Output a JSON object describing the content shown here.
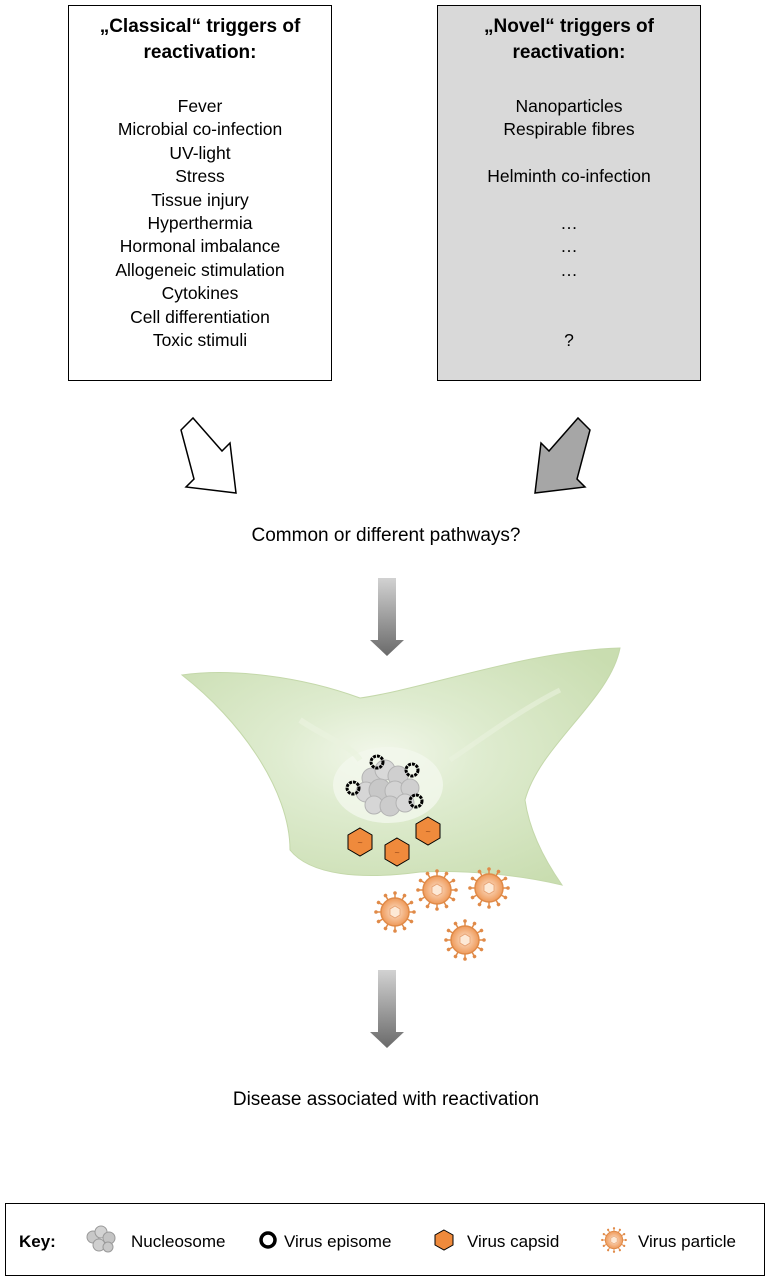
{
  "classical": {
    "title_line1": "„Classical“ triggers of",
    "title_line2": "reactivation:",
    "items": [
      "Fever",
      "Microbial co-infection",
      "UV-light",
      "Stress",
      "Tissue injury",
      "Hyperthermia",
      "Hormonal imbalance",
      "Allogeneic stimulation",
      "Cytokines",
      "Cell differentiation",
      "Toxic stimuli"
    ]
  },
  "novel": {
    "title_line1": "„Novel“ triggers of",
    "title_line2": "reactivation:",
    "items": [
      "Nanoparticles",
      "Respirable fibres",
      "",
      "Helminth co-infection",
      "",
      "…",
      "…",
      "…",
      "",
      "",
      "?"
    ]
  },
  "question": "Common or different pathways?",
  "outcome": "Disease associated with reactivation",
  "key": {
    "label": "Key:",
    "nucleosome": "Nucleosome",
    "episome": "Virus episome",
    "capsid": "Virus capsid",
    "particle": "Virus particle"
  },
  "colors": {
    "novel_box_fill": "#d9d9d9",
    "cell_fill": "#d4e6bd",
    "capsid_fill": "#ef8a3c",
    "particle_fill": "#f2a66e",
    "episome_stroke": "#000000",
    "arrow_gray": "#9a9a9a"
  }
}
